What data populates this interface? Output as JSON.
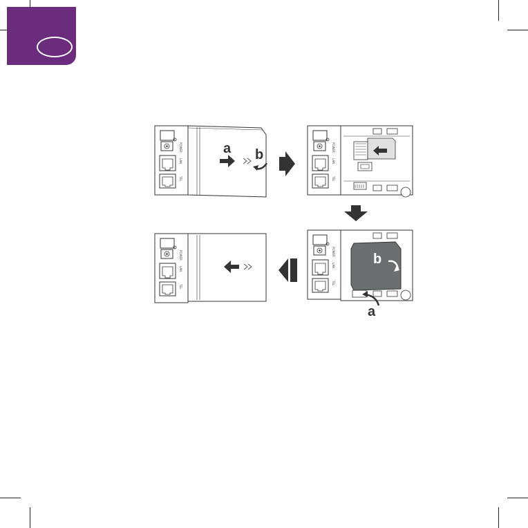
{
  "steps": {
    "step1": {
      "label_a": "a",
      "label_b": "b"
    },
    "step3": {
      "label_a": "a",
      "label_b": "b"
    }
  },
  "ports": {
    "power": "POWER",
    "lan": "LAN",
    "tel": "TEL"
  },
  "colors": {
    "tab": "#6b2c7e",
    "arrow": "#333333",
    "cover_fill": "#6b6f70",
    "frame_stroke": "#333333"
  },
  "icons": [
    "step-arrow-right-icon",
    "step-arrow-down-icon",
    "step-arrow-left-icon",
    "push-arrow-icon",
    "rotate-arrow-icon",
    "sim-card-icon"
  ]
}
